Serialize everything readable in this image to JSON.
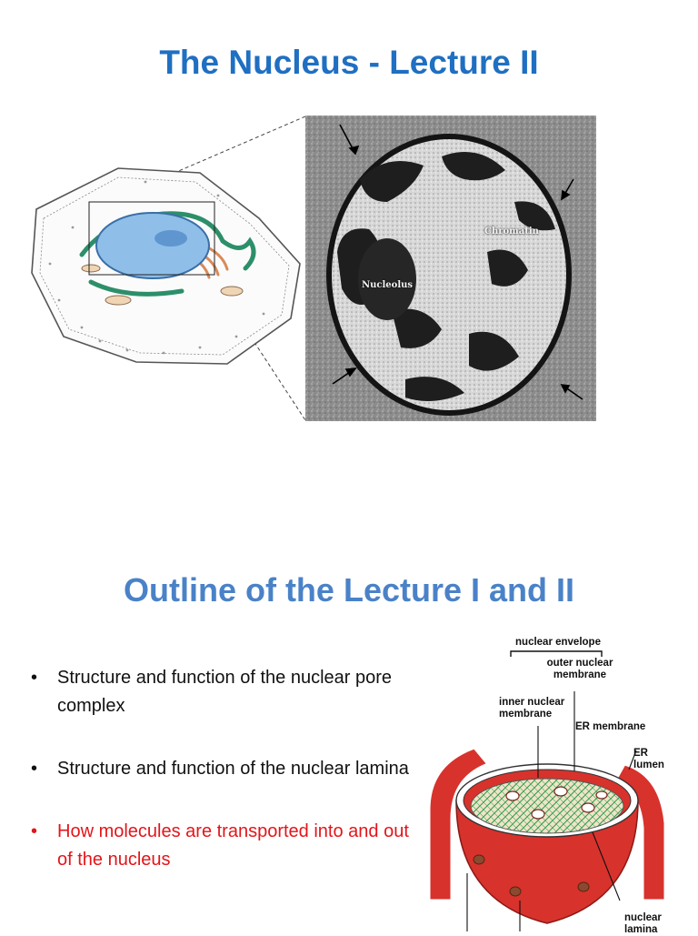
{
  "slide1": {
    "title": "The Nucleus - Lecture II",
    "micrograph_labels": {
      "chromatin": "Chromatin",
      "nucleolus": "Nucleolus"
    }
  },
  "slide2": {
    "title": "Outline of the Lecture I and II",
    "bullets": [
      {
        "marker": "•",
        "text": "Structure and function of the nuclear pore complex",
        "color": "#111111"
      },
      {
        "marker": "•",
        "text": "Structure and function of the nuclear lamina",
        "color": "#111111"
      },
      {
        "marker": "•",
        "text": "How molecules are transported into and out of the nucleus",
        "color": "#e3151a"
      }
    ],
    "diagram_labels": {
      "nuclear_envelope": "nuclear envelope",
      "outer_membrane": "outer nuclear membrane",
      "inner_membrane": "inner nuclear membrane",
      "er_membrane": "ER membrane",
      "er_lumen": "ER lumen",
      "nuclear_lamina": "nuclear lamina"
    }
  },
  "colors": {
    "title_blue": "#1f6fc2",
    "outline_title_blue": "#4a82c8",
    "highlight_red": "#e3151a",
    "envelope_red": "#d8322c",
    "lamina_green": "#2f9a4a",
    "nucleus_blue": "#7fb2e5"
  }
}
